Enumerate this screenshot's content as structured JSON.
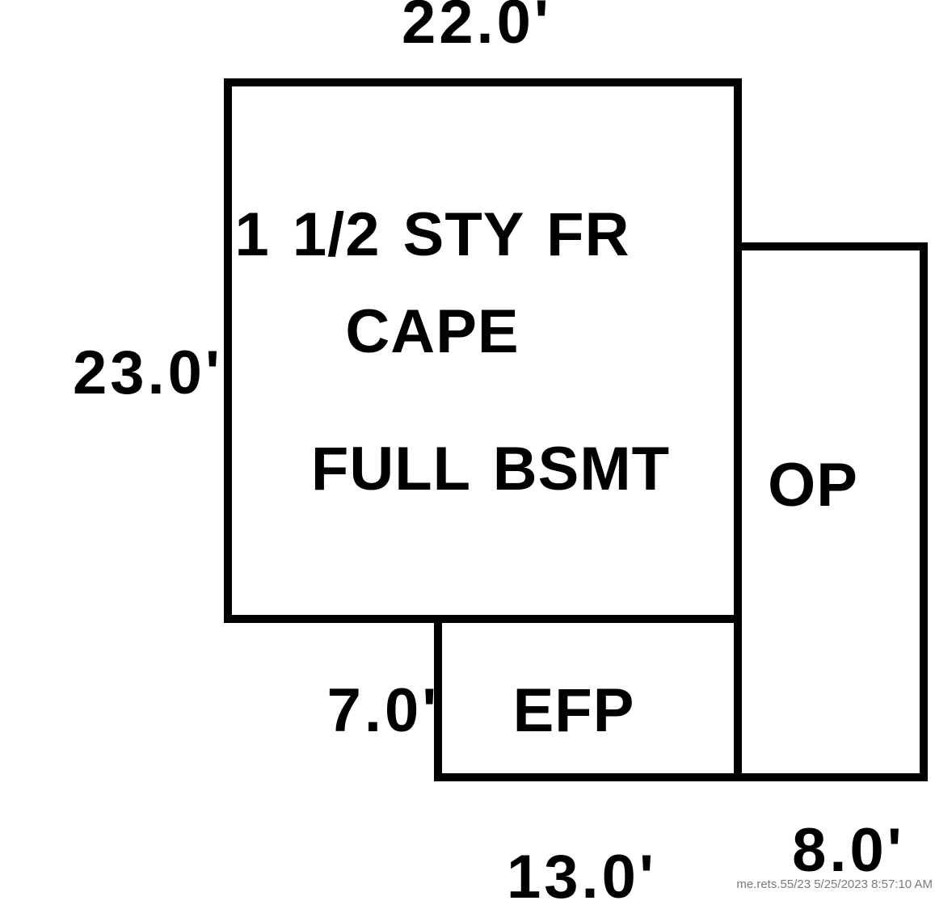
{
  "sketch": {
    "type": "property-building-footprint",
    "main_building": {
      "story_label": "1 1/2 STY FR",
      "style_label": "CAPE",
      "basement_label": "FULL BSMT",
      "top_dimension": "22.0'",
      "left_dimension": "23.0'"
    },
    "open_porch": {
      "abbrev": "OP",
      "bottom_dimension": "8.0'"
    },
    "enclosed_porch": {
      "abbrev": "EFP",
      "left_dimension": "7.0'",
      "bottom_dimension": "13.0'"
    },
    "watermark": "me.rets.55/23 5/25/2023 8:57:10 AM",
    "colors": {
      "line": "#000000",
      "background": "#ffffff",
      "watermark": "#7a7a7a"
    }
  }
}
